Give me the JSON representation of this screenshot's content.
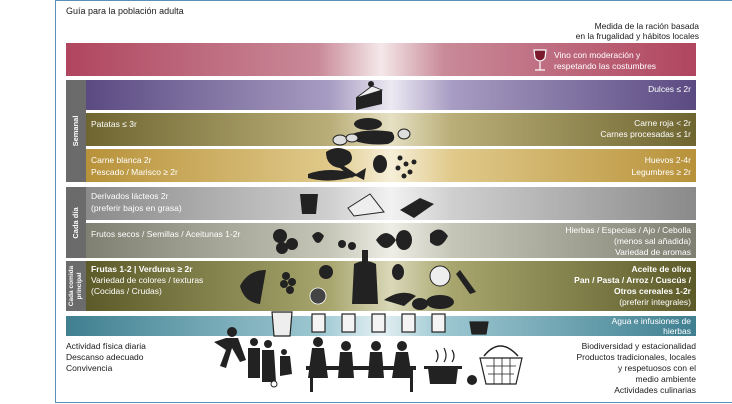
{
  "header": {
    "title": "Guía para la población adulta",
    "portion_note_line1": "Medida de la ración basada",
    "portion_note_line2": "en la frugalidad y hábitos locales"
  },
  "wine": {
    "line1": "Vino con moderación y",
    "line2": "respetando las costumbres"
  },
  "sections": {
    "weekly": "Semanal",
    "daily": "Cada día",
    "main_meal_line1": "Cada comida",
    "main_meal_line2": "principal"
  },
  "weekly": {
    "sweets": "Dulces ≤ 2r",
    "potatoes": "Patatas ≤ 3r",
    "red_meat": "Carne roja < 2r",
    "processed_meat": "Carnes procesadas ≤ 1r",
    "white_meat": "Carne blanca 2r",
    "fish": "Pescado / Marisco ≥ 2r",
    "eggs": "Huevos 2-4r",
    "legumes": "Legumbres ≥ 2r"
  },
  "daily": {
    "dairy_line1": "Derivados lácteos 2r",
    "dairy_line2": "(preferir bajos en grasa)",
    "nuts": "Frutos secos / Semillas / Aceitunas 1-2r",
    "herbs_line1": "Hierbas / Especias / Ajo / Cebolla",
    "herbs_line2": "(menos sal añadida)",
    "herbs_line3": "Variedad de aromas"
  },
  "main_meal": {
    "fruits_veg": "Frutas 1-2 | Verduras ≥ 2r",
    "variety_line1": "Variedad de colores / texturas",
    "variety_line2": "(Cocidas / Crudas)",
    "olive_oil": "Aceite de oliva",
    "cereals_line1": "Pan / Pasta / Arroz / Cuscús /",
    "cereals_line2": "Otros cereales 1-2r",
    "cereals_line3": "(preferir integrales)"
  },
  "water": {
    "line1": "Agua e infusiones de",
    "line2": "hierbas"
  },
  "lifestyle_left": {
    "line1": "Actividad física diaria",
    "line2": "Descanso adecuado",
    "line3": "Convivencia"
  },
  "lifestyle_right": {
    "line1": "Biodiversidad y estacionalidad",
    "line2": "Productos tradicionales, locales",
    "line3": "y respetuosos con el",
    "line4": "medio ambiente",
    "line5": "Actividades culinarias"
  },
  "colors": {
    "wine_band": "#b0455f",
    "sweets_band": "#6f5e95",
    "meat_band": "#8f8346",
    "chicken_band": "#c9a84a",
    "dairy_band": "#9a9a9a",
    "nuts_band": "#8f8f80",
    "main_band": "#6d6b35",
    "water_band": "#4f8fa0",
    "frame": "#5b8fb5"
  }
}
